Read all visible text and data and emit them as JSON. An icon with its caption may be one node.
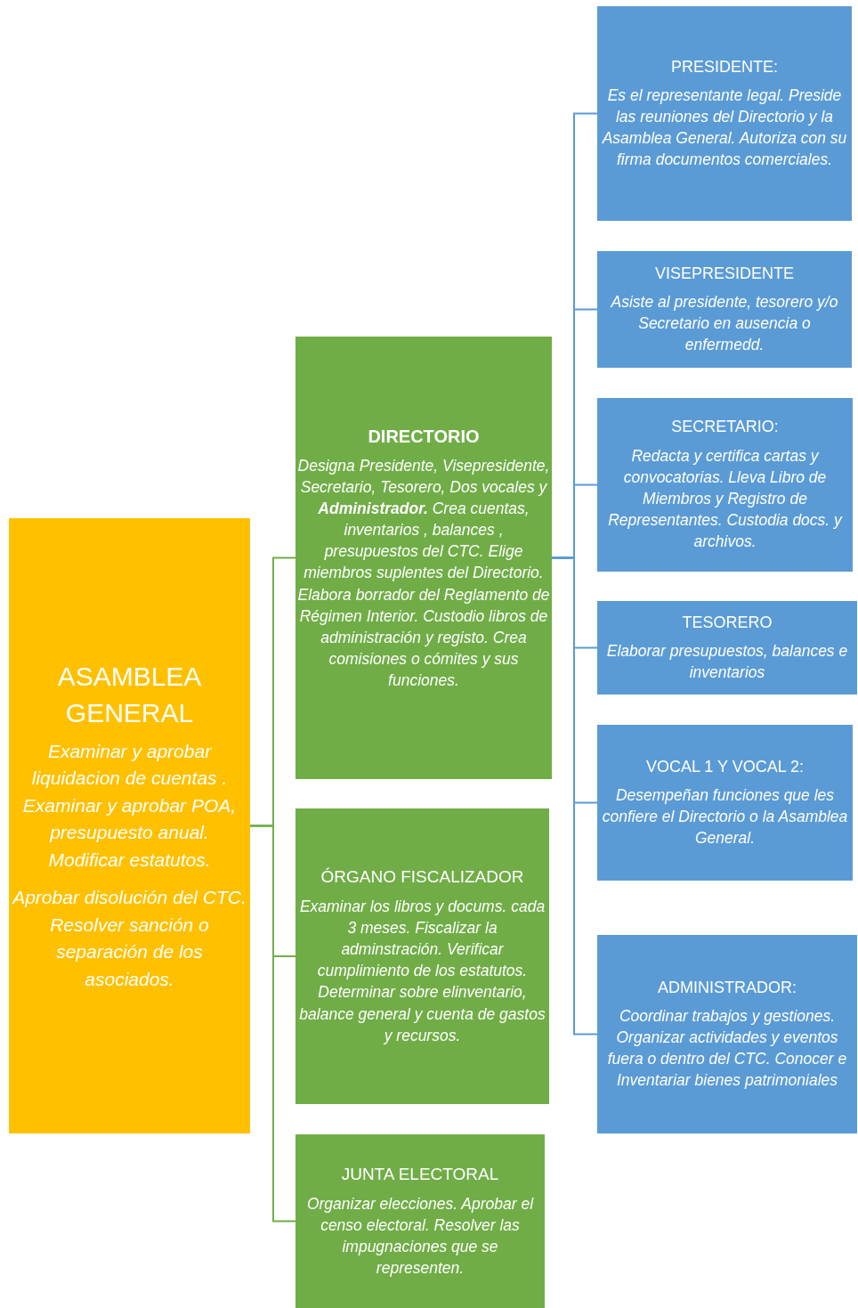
{
  "diagram": {
    "nodes": [
      {
        "text": [
          "ASAMBLEA GENERAL",
          "Examinar y aprobar liquidacion de cuentas . Examinar y aprobar POA, presupuesto anual. Modificar estatutos.",
          "Aprobar disolución del CTC. Resolver sanción o separación de los asociados."
        ]
      },
      {
        "text": [
          "DIRECTORIO",
          "Designa Presidente, Visepresidente, Secretario, Tesorero, Dos vocales y **Administrador.** Crea cuentas, inventarios , balances , presupuestos del CTC. Elige miembros suplentes del Directorio. Elabora borrador del Reglamento de Régimen Interior. Custodio libros de administración y registo. Crea comisiones o cómites y sus funciones."
        ]
      },
      {
        "text": [
          "ÓRGANO FISCALIZADOR",
          "Examinar los libros y docums. cada 3 meses. Fiscalizar la adminstración. Verificar cumplimiento de los estatutos. Determinar sobre elinventario, balance general y cuenta de gastos y recursos."
        ]
      },
      {
        "text": [
          "JUNTA ELECTORAL",
          "Organizar elecciones. Aprobar el censo electoral. Resolver las impugnaciones que se representen."
        ]
      },
      {
        "text": [
          "PRESIDENTE:",
          "Es el representante legal. Preside las reuniones del Directorio y la Asamblea General. Autoriza con su firma documentos comerciales."
        ]
      },
      {
        "text": [
          "VISEPRESIDENTE",
          "Asiste al presidente, tesorero y/o Secretario en ausencia o enfermedd."
        ]
      },
      {
        "text": [
          "SECRETARIO:",
          "Redacta y certifica cartas y convocatorias. Lleva Libro de Miembros y Registro de Representantes. Custodia docs. y archivos."
        ]
      },
      {
        "text": [
          "TESORERO",
          "Elaborar presupuestos, balances e inventarios"
        ]
      },
      {
        "text": [
          "VOCAL 1 Y VOCAL 2:",
          "Desempeñan funciones que les confiere el Directorio o la Asamblea General."
        ]
      },
      {
        "text": [
          "ADMINISTRADOR:",
          "Coordinar trabajos y gestiones. Organizar actividades y eventos fuera o dentro del CTC. Conocer e Inventariar bienes patrimoniales"
        ]
      }
    ],
    "edges": [
      {
        "from": 0,
        "to": 1,
        "arrow": "none",
        "color": "#70ad47"
      },
      {
        "from": 0,
        "to": 2,
        "arrow": "none",
        "color": "#70ad47"
      },
      {
        "from": 0,
        "to": 3,
        "arrow": "none",
        "color": "#70ad47"
      },
      {
        "from": 1,
        "to": 4,
        "arrow": "none"
      },
      {
        "from": 1,
        "to": 5,
        "arrow": "none"
      },
      {
        "from": 1,
        "to": 6,
        "arrow": "none"
      },
      {
        "from": 1,
        "to": 7,
        "arrow": "none"
      },
      {
        "from": 1,
        "to": 8,
        "arrow": "none"
      },
      {
        "from": 1,
        "to": 9,
        "arrow": "none"
      }
    ]
  }
}
